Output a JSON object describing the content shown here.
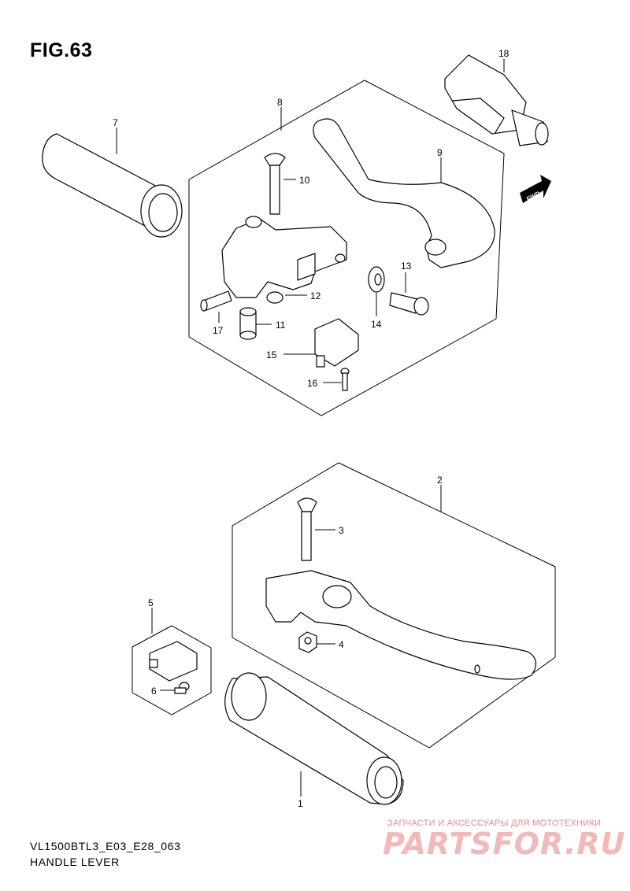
{
  "figure": {
    "title": "FIG.63"
  },
  "caption": {
    "model_code": "VL1500BTL3_E03_E28_063",
    "name": "HANDLE LEVER"
  },
  "direction_tag": "FWD",
  "part_numbers": [
    "1",
    "2",
    "3",
    "4",
    "5",
    "6",
    "7",
    "8",
    "9",
    "10",
    "11",
    "12",
    "13",
    "14",
    "15",
    "16",
    "17",
    "18"
  ],
  "watermark": {
    "tagline": "ЗАПЧАСТИ И АКСЕССУАРЫ ДЛЯ МОТОТЕХНИКИ",
    "logo": "PARTSFOR.RU"
  }
}
